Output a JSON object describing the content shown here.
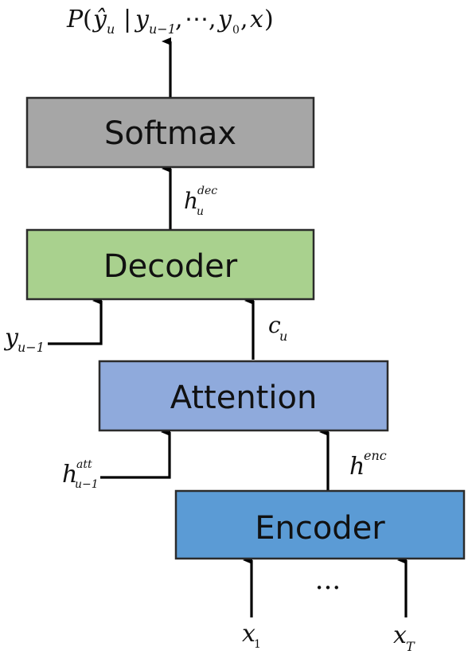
{
  "blocks": {
    "softmax": {
      "label": "Softmax",
      "fill": "#a6a6a6"
    },
    "decoder": {
      "label": "Decoder",
      "fill": "#a9d18e"
    },
    "attention": {
      "label": "Attention",
      "fill": "#8faadc"
    },
    "encoder": {
      "label": "Encoder",
      "fill": "#5b9bd5"
    }
  },
  "math": {
    "output": {
      "P": "P",
      "open": "(",
      "yhat": "ŷ",
      "yhat_sub": "u",
      "bar": "|",
      "y1": "y",
      "y1_sub": "u−1",
      "comma1": ",",
      "dots": "⋯",
      "comma2": ",",
      "y0": "y",
      "y0_sub": "0",
      "comma3": ",",
      "x": "x",
      "close": ")"
    },
    "h_dec": {
      "base": "h",
      "sup": "dec",
      "sub": "u"
    },
    "c_u": {
      "base": "c",
      "sub": "u"
    },
    "y_prev": {
      "base": "y",
      "sub": "u−1"
    },
    "h_att": {
      "base": "h",
      "sup": "att",
      "sub": "u−1"
    },
    "h_enc": {
      "base": "h",
      "sup": "enc"
    },
    "x1": {
      "base": "x",
      "sub": "1"
    },
    "xT": {
      "base": "x",
      "sub": "T"
    },
    "ellipsis": "···"
  }
}
